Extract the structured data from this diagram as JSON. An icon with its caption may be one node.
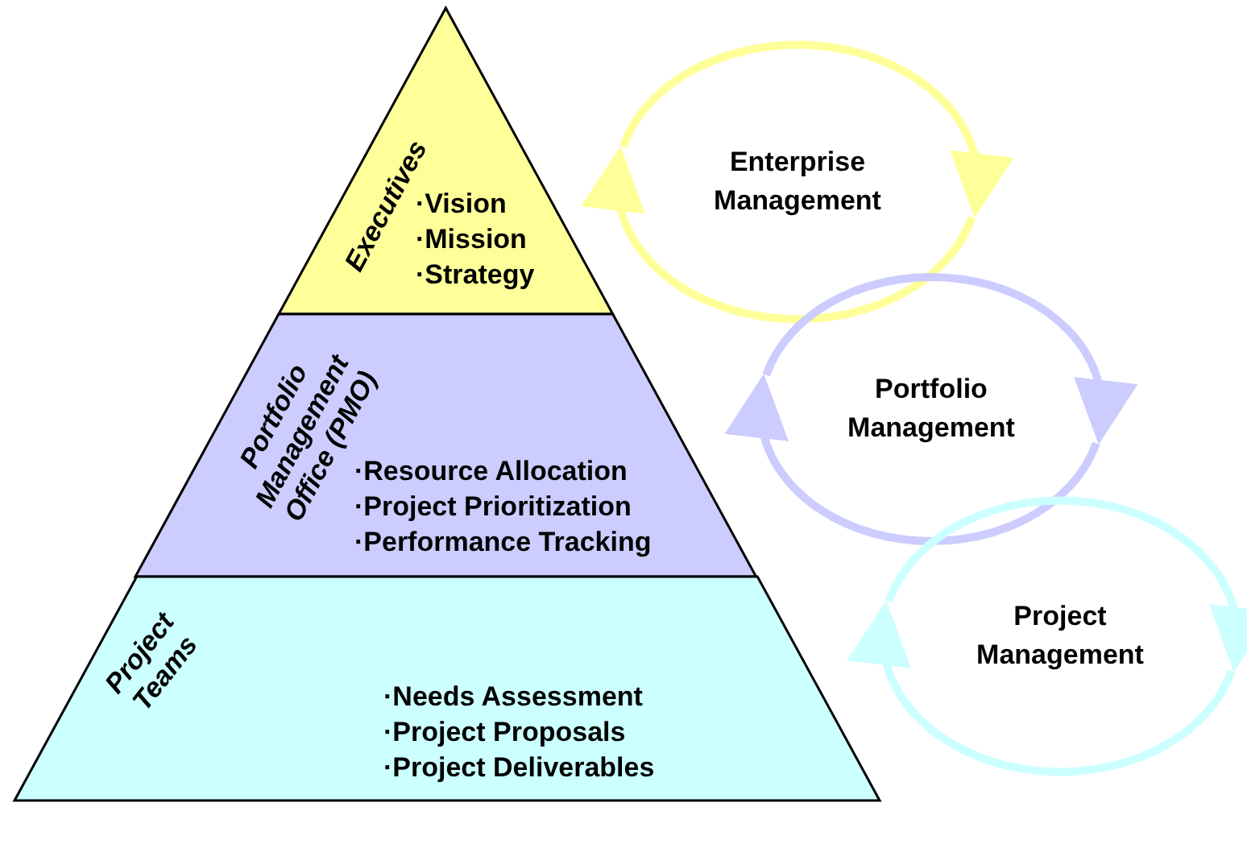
{
  "diagram": {
    "nodes": [
      {
        "text": [
          "Executives",
          "·Vision",
          "·Mission",
          "·Strategy"
        ]
      },
      {
        "text": [
          "Portfolio Management Office (PMO)",
          "·Resource Allocation",
          "·Project Prioritization",
          "·Performance Tracking"
        ]
      },
      {
        "text": [
          "Project Teams",
          "·Needs Assessment",
          "·Project Proposals",
          "·Project Deliverables"
        ]
      },
      {
        "text": [
          "Enterprise Management"
        ]
      },
      {
        "text": [
          "Portfolio Management"
        ]
      },
      {
        "text": [
          "Project Management"
        ]
      }
    ],
    "edges": [
      {
        "from": 3,
        "to": 3,
        "arrow": "to",
        "color": "#ffff99"
      },
      {
        "from": 3,
        "to": 3,
        "arrow": "to",
        "color": "#ffff99"
      },
      {
        "from": 4,
        "to": 4,
        "arrow": "to",
        "color": "#ccccff"
      },
      {
        "from": 4,
        "to": 4,
        "arrow": "to",
        "color": "#ccccff"
      },
      {
        "from": 5,
        "to": 5,
        "arrow": "to",
        "color": "#ccffff"
      },
      {
        "from": 5,
        "to": 5,
        "arrow": "to",
        "color": "#ccffff"
      }
    ]
  }
}
